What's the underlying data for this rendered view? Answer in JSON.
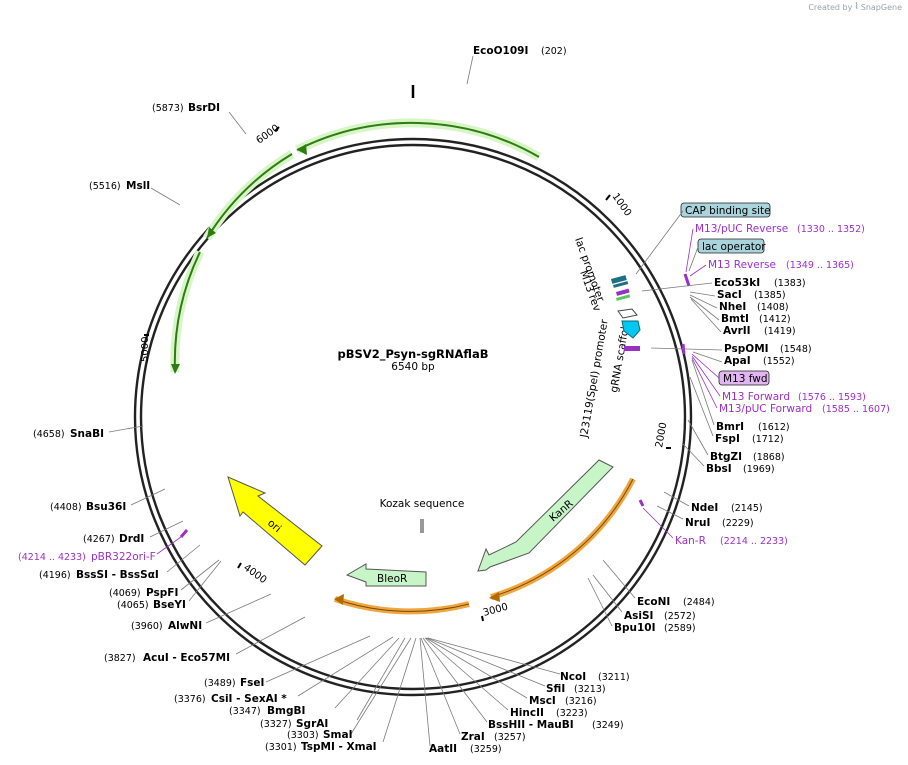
{
  "credit": {
    "created_by": "Created by",
    "brand": "SnapGene"
  },
  "plasmid": {
    "name": "pBSV2_Psyn-sgRNAflaB",
    "length": "6540 bp"
  },
  "ticks": [
    "1000",
    "2000",
    "3000",
    "4000",
    "5000",
    "6000"
  ],
  "enzymes": [
    {
      "name": "EcoO109I",
      "pos": "(202)"
    },
    {
      "name": "Eco53kI",
      "pos": "(1383)"
    },
    {
      "name": "SacI",
      "pos": "(1385)"
    },
    {
      "name": "NheI",
      "pos": "(1408)"
    },
    {
      "name": "BmtI",
      "pos": "(1412)"
    },
    {
      "name": "AvrII",
      "pos": "(1419)"
    },
    {
      "name": "PspOMI",
      "pos": "(1548)"
    },
    {
      "name": "ApaI",
      "pos": "(1552)"
    },
    {
      "name": "BmrI",
      "pos": "(1612)"
    },
    {
      "name": "FspI",
      "pos": "(1712)"
    },
    {
      "name": "BtgZI",
      "pos": "(1868)"
    },
    {
      "name": "BbsI",
      "pos": "(1969)"
    },
    {
      "name": "NdeI",
      "pos": "(2145)"
    },
    {
      "name": "NruI",
      "pos": "(2229)"
    },
    {
      "name": "EcoNI",
      "pos": "(2484)"
    },
    {
      "name": "AsiSI",
      "pos": "(2572)"
    },
    {
      "name": "Bpu10I",
      "pos": "(2589)"
    },
    {
      "name": "NcoI",
      "pos": "(3211)"
    },
    {
      "name": "SfiI",
      "pos": "(3213)"
    },
    {
      "name": "MscI",
      "pos": "(3216)"
    },
    {
      "name": "HincII",
      "pos": "(3223)"
    },
    {
      "name": "BssHII - MauBI",
      "pos": "(3249)"
    },
    {
      "name": "ZraI",
      "pos": "(3257)"
    },
    {
      "name": "AatII",
      "pos": "(3259)"
    },
    {
      "name": "TspMI - XmaI",
      "pos": "(3301)"
    },
    {
      "name": "SmaI",
      "pos": "(3303)"
    },
    {
      "name": "SgrAI",
      "pos": "(3327)"
    },
    {
      "name": "BmgBI",
      "pos": "(3347)"
    },
    {
      "name": "CsiI - SexAI *",
      "pos": "(3376)"
    },
    {
      "name": "FseI",
      "pos": "(3489)"
    },
    {
      "name": "AcuI - Eco57MI",
      "pos": "(3827)"
    },
    {
      "name": "AlwNI",
      "pos": "(3960)"
    },
    {
      "name": "PspFI",
      "pos": "(4069)"
    },
    {
      "name": "BseYI",
      "pos": "(4065)"
    },
    {
      "name": "BssSI - BssSαI",
      "pos": "(4196)"
    },
    {
      "name": "DrdI",
      "pos": "(4267)"
    },
    {
      "name": "Bsu36I",
      "pos": "(4408)"
    },
    {
      "name": "SnaBI",
      "pos": "(4658)"
    },
    {
      "name": "MslI",
      "pos": "(5516)"
    },
    {
      "name": "BsrDI",
      "pos": "(5873)"
    }
  ],
  "primers": [
    {
      "name": "M13/pUC Reverse",
      "pos": "(1330 .. 1352)"
    },
    {
      "name": "M13 Reverse",
      "pos": "(1349 .. 1365)"
    },
    {
      "name": "M13 Forward",
      "pos": "(1576 .. 1593)"
    },
    {
      "name": "M13/pUC Forward",
      "pos": "(1585 .. 1607)"
    },
    {
      "name": "Kan-R",
      "pos": "(2214 .. 2233)"
    },
    {
      "name": "pBR322ori-F",
      "pos": "(4214 .. 4233)"
    }
  ],
  "boxed_labels": [
    {
      "name": "CAP binding site",
      "color": "#a9d4dc"
    },
    {
      "name": "lac operator",
      "color": "#a9d4dc"
    },
    {
      "name": "M13 fwd",
      "color": "#e0b5f0"
    }
  ],
  "features": {
    "lac_promoter": "lac promoter",
    "m13_rev": "M13 rev",
    "j23119": "J23119(SpeI) promoter",
    "grna": "gRNA scaffold",
    "kozak": "Kozak sequence",
    "kanr": "KanR",
    "bleor": "BleoR",
    "ori": "ori"
  },
  "colors": {
    "green_arc": "#3f9c1e",
    "resistance": "#c8f5c8",
    "ori": "#ffff00",
    "orange_arc": "#f0a640",
    "primer": "#9b30c8",
    "grna": "#00c8f0",
    "backbone": "#000000"
  }
}
